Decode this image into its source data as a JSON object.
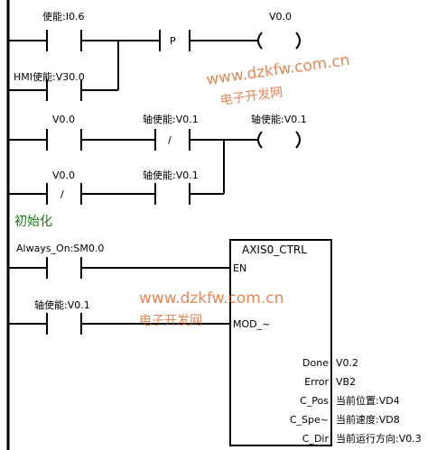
{
  "network1": {
    "contact_enable": "使能:I0.6",
    "contact_hmi": "HMI使能:V30.0",
    "p_label": "P",
    "coil_v00": "V0.0"
  },
  "network2": {
    "contact_v00_a": "V0.0",
    "contact_axis_a": "轴使能:V0.1",
    "not_label": "/",
    "coil_axis": "轴使能:V0.1",
    "contact_v00_b": "V0.0",
    "not_label_b": "/",
    "contact_axis_b": "轴使能:V0.1"
  },
  "network3": {
    "title": "初始化",
    "contact_always": "Always_On:SM0.0",
    "contact_axis": "轴使能:V0.1",
    "block": {
      "name": "AXIS0_CTRL",
      "in_en": "EN",
      "in_mod": "MOD_~",
      "outputs": [
        {
          "pin": "Done",
          "value": "V0.2"
        },
        {
          "pin": "Error",
          "value": "VB2"
        },
        {
          "pin": "C_Pos",
          "value": "当前位置:VD4"
        },
        {
          "pin": "C_Spe~",
          "value": "当前速度:VD8"
        },
        {
          "pin": "C_Dir",
          "value": "当前运行方向:V0.3"
        }
      ]
    }
  },
  "watermarks": {
    "url": "www.dzkfw.com.cn",
    "cn": "电子开发网"
  }
}
